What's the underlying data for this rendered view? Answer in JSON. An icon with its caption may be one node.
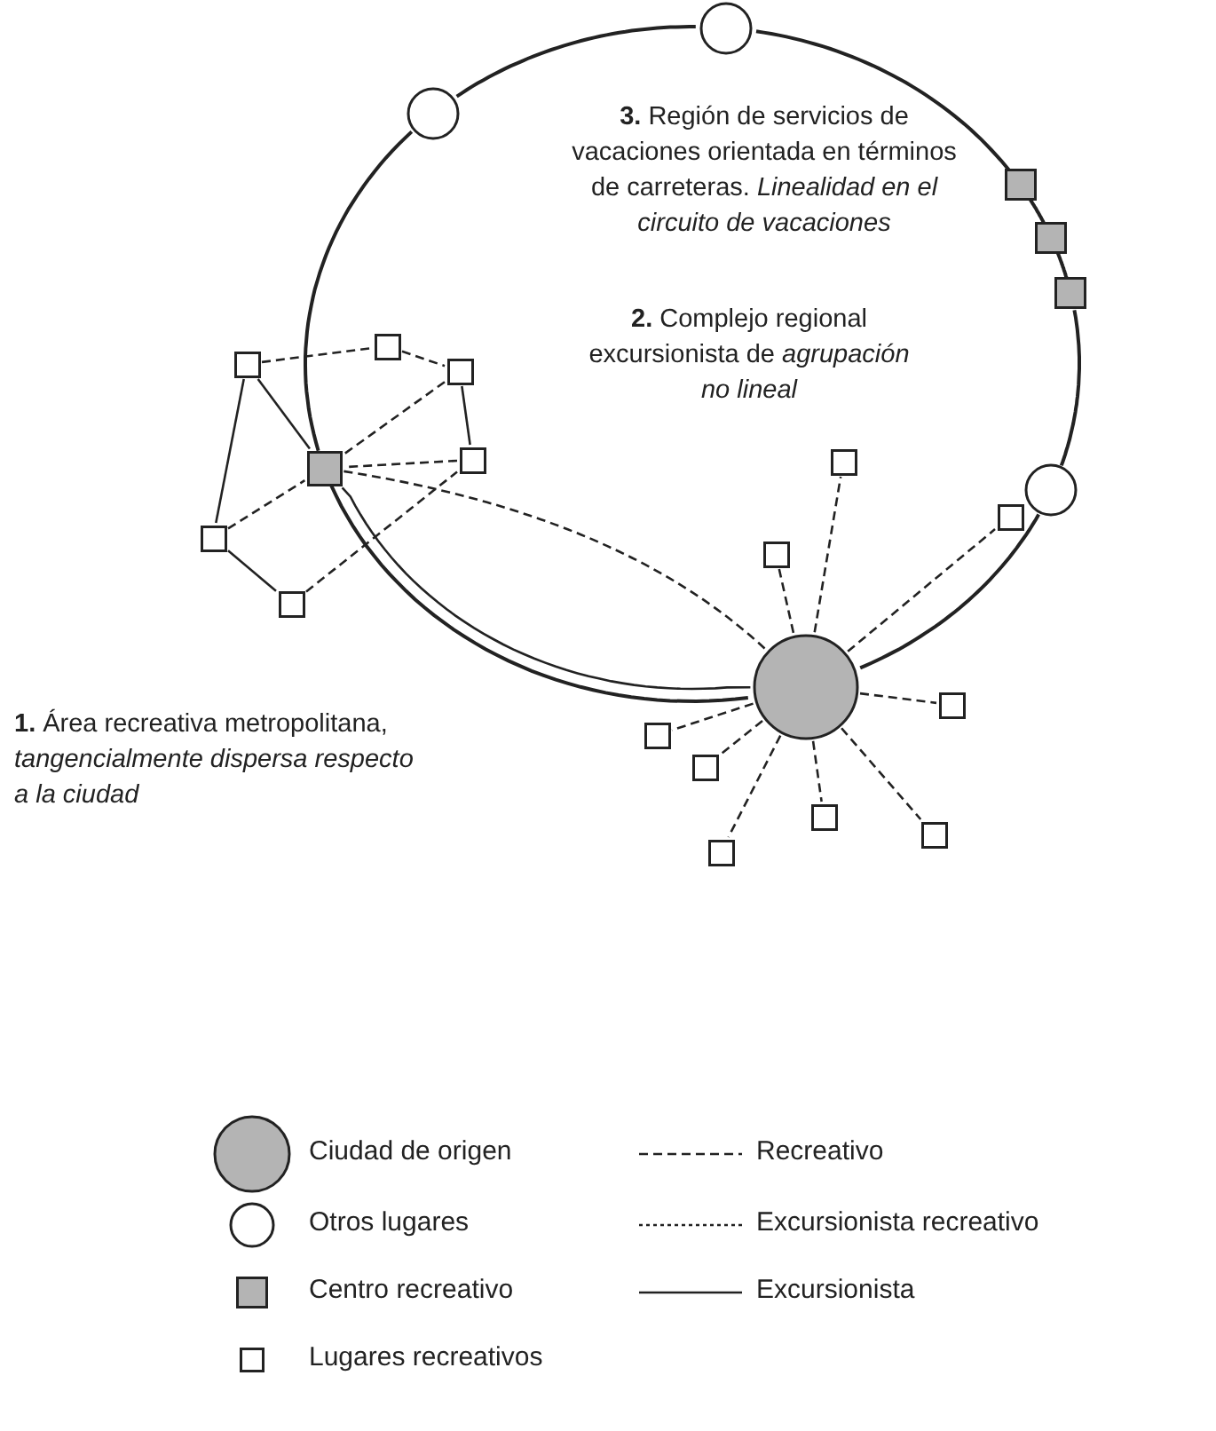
{
  "diagram": {
    "nodes": [
      {
        "text": [],
        "shape": "circle"
      },
      {
        "text": [],
        "shape": "circle"
      },
      {
        "text": [],
        "shape": "box"
      },
      {
        "text": [],
        "shape": "box"
      },
      {
        "text": [],
        "shape": "box"
      },
      {
        "text": [],
        "shape": "box"
      },
      {
        "text": [],
        "shape": "box"
      },
      {
        "text": [],
        "shape": "box"
      },
      {
        "text": [],
        "shape": "box"
      },
      {
        "text": [],
        "shape": "box"
      },
      {
        "text": [],
        "shape": "circle"
      },
      {
        "text": [],
        "shape": "box"
      },
      {
        "text": [],
        "shape": "box"
      },
      {
        "text": [],
        "shape": "box"
      },
      {
        "text": [],
        "shape": "box"
      },
      {
        "text": [],
        "shape": "box"
      },
      {
        "text": [],
        "shape": "circle"
      },
      {
        "text": [],
        "shape": "box"
      },
      {
        "text": [],
        "shape": "box"
      },
      {
        "text": [],
        "shape": "box"
      },
      {
        "text": [],
        "shape": "box"
      },
      {
        "text": [],
        "shape": "box"
      },
      {
        "text": [],
        "shape": "box"
      }
    ],
    "edges": [
      {
        "from": 0,
        "to": 2,
        "arrow": "none"
      },
      {
        "from": 2,
        "to": 3,
        "arrow": "none"
      },
      {
        "from": 3,
        "to": 4,
        "arrow": "none"
      },
      {
        "from": 4,
        "to": 10,
        "arrow": "none"
      },
      {
        "from": 10,
        "to": 16,
        "arrow": "none"
      },
      {
        "from": 16,
        "to": 9,
        "arrow": "none"
      },
      {
        "from": 9,
        "to": 1,
        "arrow": "none"
      },
      {
        "from": 1,
        "to": 0,
        "arrow": "none"
      },
      {
        "from": 9,
        "to": 16,
        "arrow": "none"
      },
      {
        "from": 9,
        "to": 16,
        "arrow": "none",
        "style": "dashed"
      },
      {
        "from": 5,
        "to": 6,
        "arrow": "none",
        "style": "dashed"
      },
      {
        "from": 6,
        "to": 7,
        "arrow": "none",
        "style": "dashed"
      },
      {
        "from": 7,
        "to": 8,
        "arrow": "none"
      },
      {
        "from": 5,
        "to": 11,
        "arrow": "none"
      },
      {
        "from": 5,
        "to": 9,
        "arrow": "none"
      },
      {
        "from": 7,
        "to": 9,
        "arrow": "none",
        "style": "dashed"
      },
      {
        "from": 8,
        "to": 9,
        "arrow": "none",
        "style": "dashed"
      },
      {
        "from": 11,
        "to": 9,
        "arrow": "none",
        "style": "dashed"
      },
      {
        "from": 11,
        "to": 12,
        "arrow": "none"
      },
      {
        "from": 12,
        "to": 8,
        "arrow": "none",
        "style": "dashed"
      },
      {
        "from": 16,
        "to": 13,
        "arrow": "none",
        "style": "dashed"
      },
      {
        "from": 16,
        "to": 14,
        "arrow": "none",
        "style": "dashed"
      },
      {
        "from": 16,
        "to": 15,
        "arrow": "none",
        "style": "dashed"
      },
      {
        "from": 16,
        "to": 17,
        "arrow": "none",
        "style": "dashed"
      },
      {
        "from": 16,
        "to": 18,
        "arrow": "none",
        "style": "dashed"
      },
      {
        "from": 16,
        "to": 19,
        "arrow": "none",
        "style": "dashed"
      },
      {
        "from": 16,
        "to": 20,
        "arrow": "none",
        "style": "dashed"
      },
      {
        "from": 16,
        "to": 21,
        "arrow": "none",
        "style": "dashed"
      },
      {
        "from": 16,
        "to": 22,
        "arrow": "none",
        "style": "dashed"
      }
    ],
    "labels": [
      "**3.** Región de servicios de vacaciones orientada en términos de carreteras. *Linealidad en el circuito de vacaciones*",
      "**2.** Complejo regional excursionista de *agrupación no lineal*",
      "**1.** Área recreativa metropolitana, *tangencialmente dispersa respecto a la ciudad*"
    ],
    "legend": [
      {
        "text": "Ciudad de origen"
      },
      {
        "text": "Otros lugares"
      },
      {
        "text": "Centro recreativo"
      },
      {
        "text": "Lugares recreativos"
      },
      {
        "text": "Recreativo"
      },
      {
        "text": "Excursionista recreativo"
      },
      {
        "text": "Excursionista"
      }
    ]
  }
}
